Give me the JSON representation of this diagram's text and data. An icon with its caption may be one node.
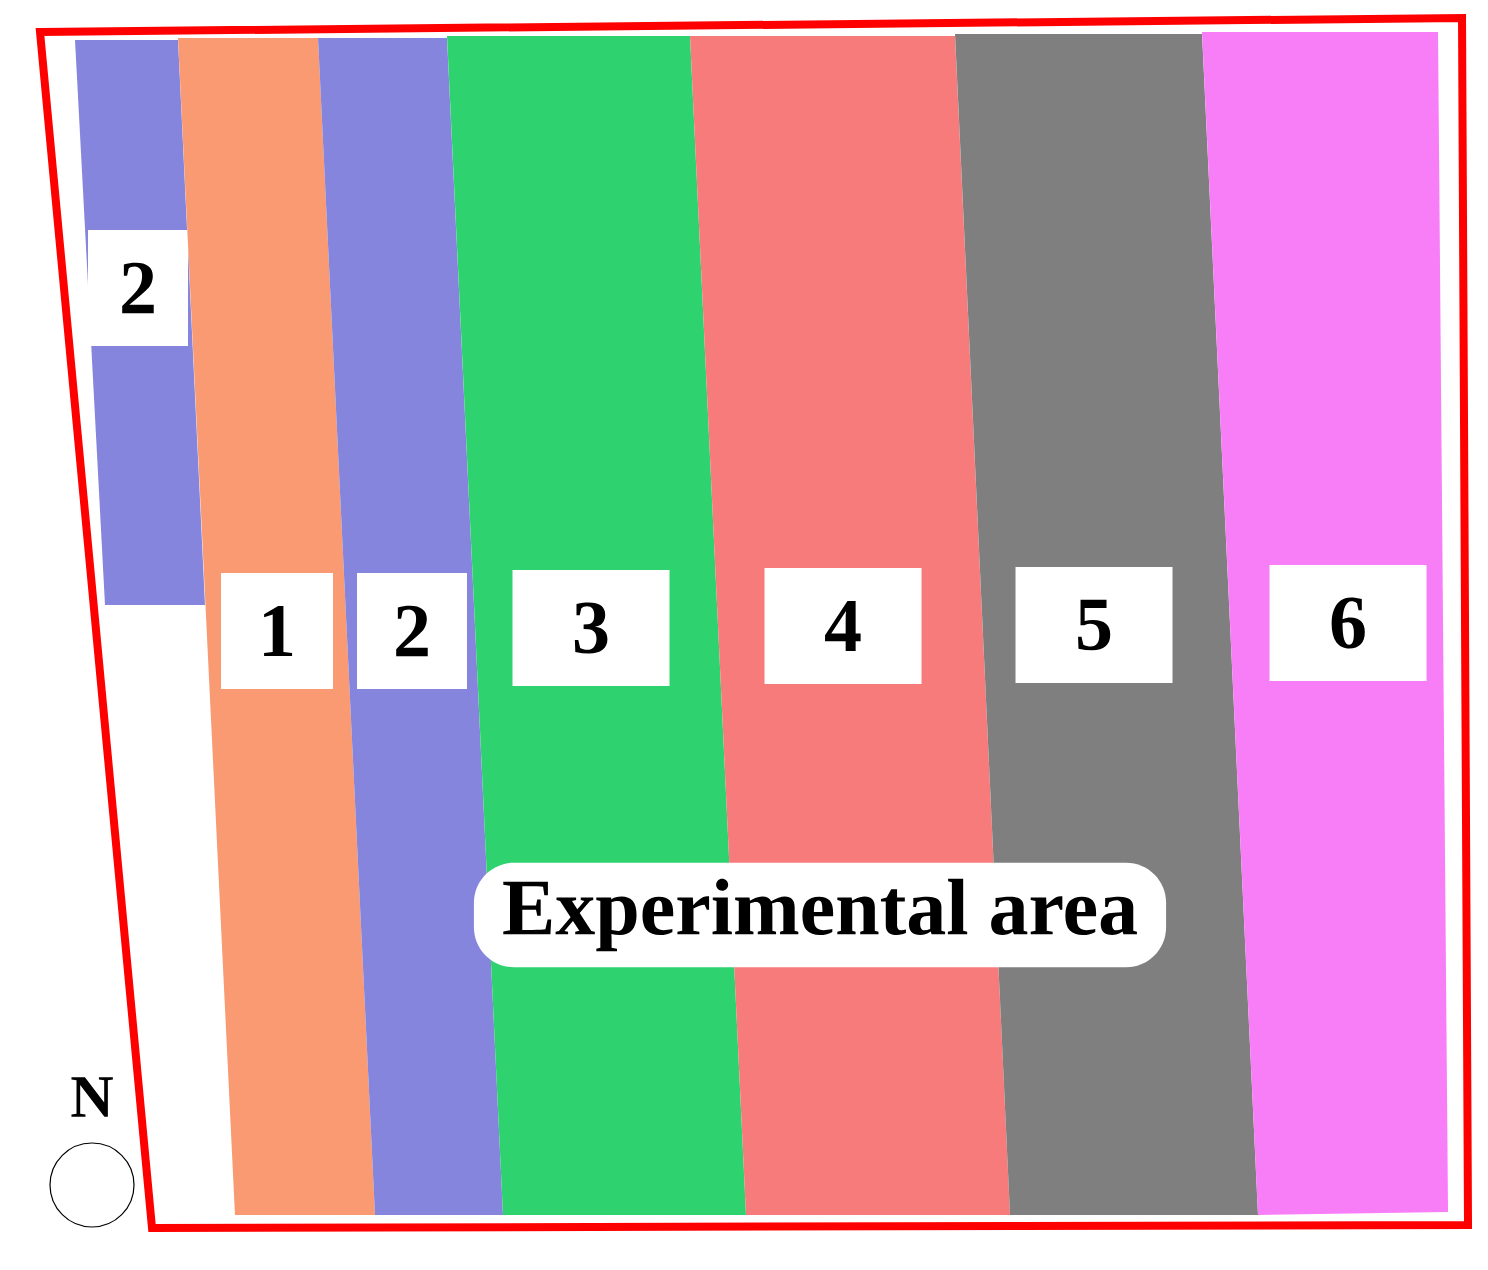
{
  "diagram": {
    "nodes": [
      {
        "text": [
          "2"
        ]
      },
      {
        "text": [
          "1"
        ]
      },
      {
        "text": [
          "2"
        ]
      },
      {
        "text": [
          "3"
        ]
      },
      {
        "text": [
          "4"
        ]
      },
      {
        "text": [
          "5"
        ]
      },
      {
        "text": [
          "6"
        ]
      }
    ],
    "labels": [
      "Experimental area",
      "N"
    ]
  }
}
